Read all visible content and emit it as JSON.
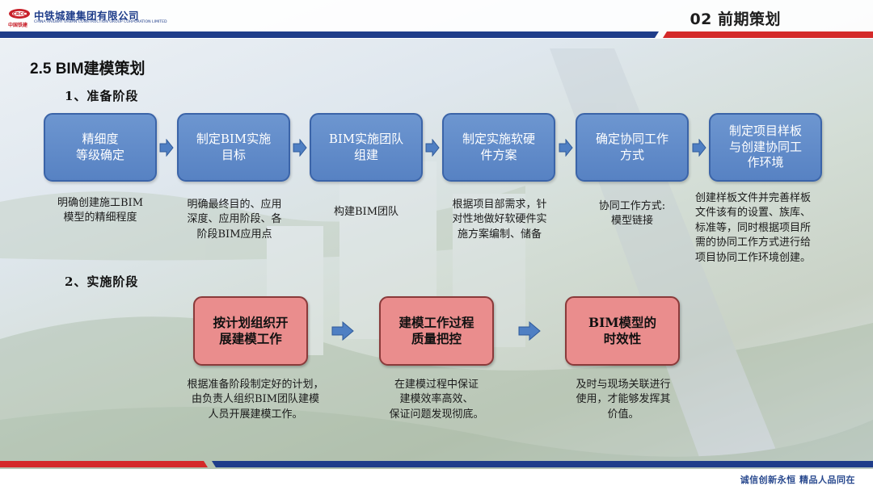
{
  "header": {
    "company_name": "中铁城建集团有限公司",
    "company_name_en": "CHINA RAILWAY URBAN CONSTRUCTION GROUP CORPORATION LIMITED",
    "logo_small_text": "中国铁建",
    "page_tag": "02  前期策划"
  },
  "section": {
    "title": "2.5 BIM建模策划"
  },
  "phase1": {
    "label": "1、准备阶段",
    "steps": [
      {
        "title": "精细度\n等级确定",
        "desc": "明确创建施工BIM\n模型的精细程度"
      },
      {
        "title": "制定BIM实施\n目标",
        "desc": "明确最终目的、应用\n深度、应用阶段、各\n阶段BIM应用点"
      },
      {
        "title": "BIM实施团队\n组建",
        "desc": "构建BIM团队"
      },
      {
        "title": "制定实施软硬\n件方案",
        "desc": "根据项目部需求，针\n对性地做好软硬件实\n施方案编制、储备"
      },
      {
        "title": "确定协同工作\n方式",
        "desc": "协同工作方式:\n模型链接"
      },
      {
        "title": "制定项目样板\n与创建协同工\n作环境",
        "desc": "创建样板文件并完善样板\n文件该有的设置、族库、\n标准等，同时根据项目所\n需的协同工作方式进行给\n项目协同工作环境创建。"
      }
    ]
  },
  "phase2": {
    "label": "2、实施阶段",
    "steps": [
      {
        "title": "按计划组织开\n展建模工作",
        "desc": "根据准备阶段制定好的计划，\n由负责人组织BIM团队建模\n人员开展建模工作。"
      },
      {
        "title": "建模工作过程\n质量把控",
        "desc": "在建模过程中保证\n建模效率高效、\n保证问题发现彻底。"
      },
      {
        "title": "BIM模型的\n时效性",
        "desc": "及时与现场关联进行\n使用，才能够发挥其\n价值。"
      }
    ]
  },
  "footer": {
    "slogan": "诚信创新永恒    精品人品同在"
  },
  "colors": {
    "blue_box": "#5b86c6",
    "blue_border": "#3b64a8",
    "red_box": "#ea8d8d",
    "arrow_blue": "#4f7fc3",
    "brand_red": "#d42a2a",
    "brand_navy": "#1f3d8a"
  }
}
